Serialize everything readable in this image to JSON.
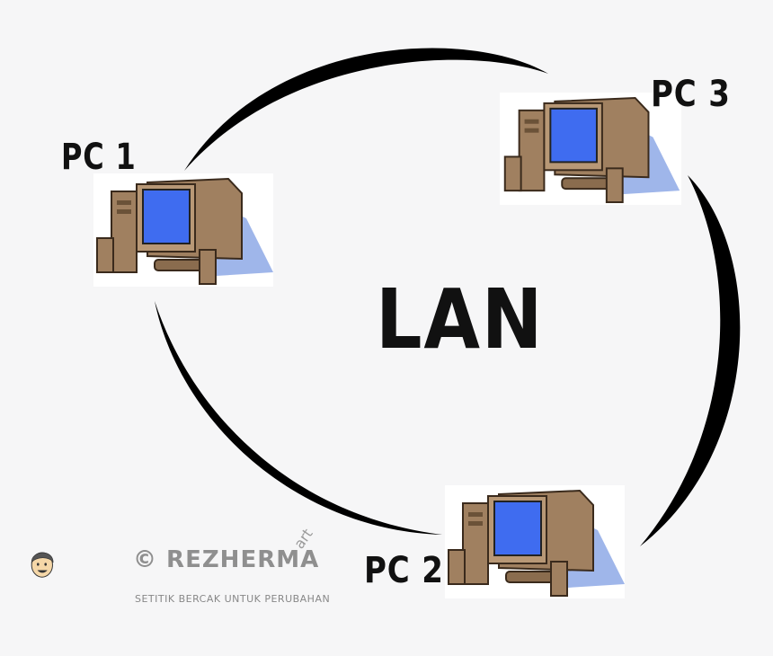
{
  "diagram": {
    "center_label": "LAN",
    "nodes": [
      {
        "id": "pc1",
        "label": "PC 1"
      },
      {
        "id": "pc2",
        "label": "PC 2"
      },
      {
        "id": "pc3",
        "label": "PC 3"
      }
    ]
  },
  "watermark": {
    "brand": "© REZHERMA",
    "brand_suffix": "art",
    "tagline": "SETITIK BERCAK UNTUK PERUBAHAN",
    "icon": "cartoon-face-icon"
  },
  "colors": {
    "background": "#f6f6f7",
    "arc": "#000000",
    "screen": "#3f6cf0",
    "case": "#a08060",
    "shadow": "#9fb6ea"
  }
}
